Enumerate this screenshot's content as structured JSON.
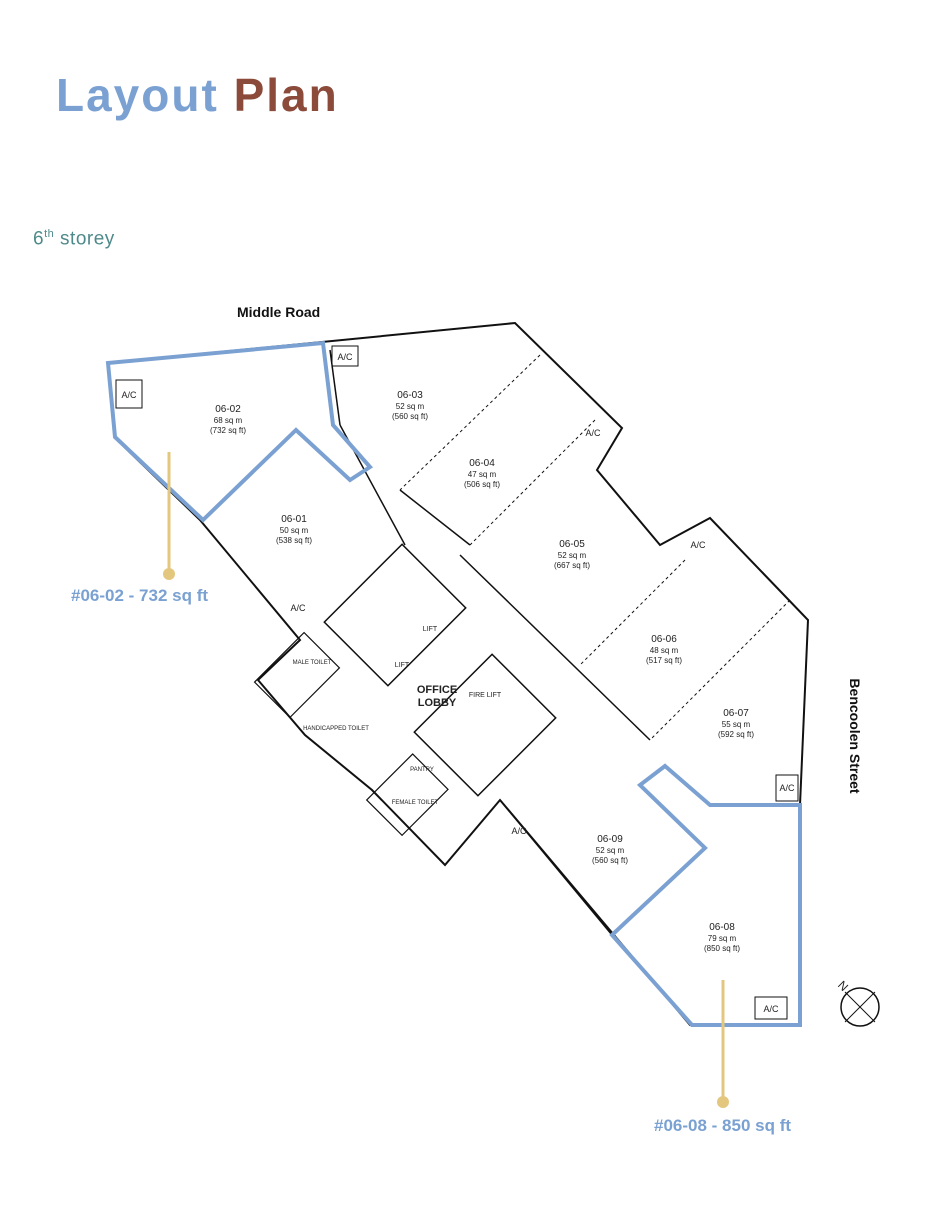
{
  "title": {
    "word1": "Layout",
    "word2": "Plan"
  },
  "subtitle": {
    "prefix": "6",
    "sup": "th",
    "suffix": " storey"
  },
  "roads": {
    "north": "Middle Road",
    "east": "Bencoolen Street"
  },
  "units": [
    {
      "id": "06-01",
      "sqm": "50 sq m",
      "sqft": "(538 sq ft)"
    },
    {
      "id": "06-02",
      "sqm": "68 sq m",
      "sqft": "(732 sq ft)"
    },
    {
      "id": "06-03",
      "sqm": "52 sq m",
      "sqft": "(560 sq ft)"
    },
    {
      "id": "06-04",
      "sqm": "47 sq m",
      "sqft": "(506 sq ft)"
    },
    {
      "id": "06-05",
      "sqm": "52 sq m",
      "sqft": "(667 sq ft)"
    },
    {
      "id": "06-06",
      "sqm": "48 sq m",
      "sqft": "(517 sq ft)"
    },
    {
      "id": "06-07",
      "sqm": "55 sq m",
      "sqft": "(592 sq ft)"
    },
    {
      "id": "06-08",
      "sqm": "79 sq m",
      "sqft": "(850 sq ft)"
    },
    {
      "id": "06-09",
      "sqm": "52 sq m",
      "sqft": "(560 sq ft)"
    }
  ],
  "rooms": {
    "lobby1": "OFFICE",
    "lobby2": "LOBBY",
    "lift": "LIFT",
    "fire_lift": "FIRE LIFT",
    "male": "MALE TOILET",
    "female": "FEMALE TOILET",
    "handicap": "HANDICAPPED TOILET",
    "pantry": "PANTRY",
    "ac": "A/C",
    "north": "N"
  },
  "callouts": {
    "left": "#06-02 - 732 sq ft",
    "right": "#06-08 - 850 sq ft"
  },
  "colors": {
    "highlight": "#7aa1d2",
    "pin": "#e3c77f",
    "title_blue": "#7aa1d2",
    "title_brown": "#8b4a3a"
  }
}
